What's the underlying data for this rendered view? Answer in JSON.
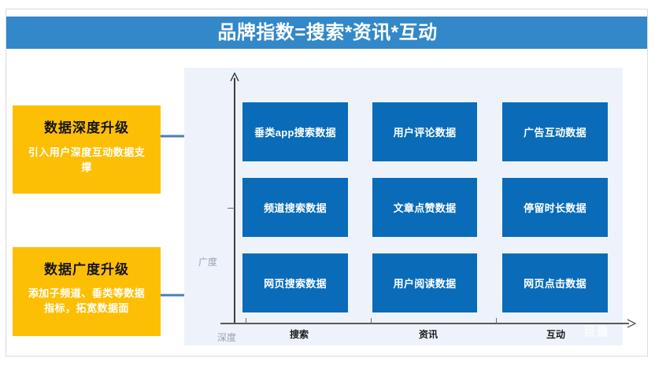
{
  "slide": {
    "title": "品牌指数=搜索*资讯*互动"
  },
  "callouts": [
    {
      "id": "depth",
      "title": "数据深度升级",
      "body": "引入用户深度互动数据支撑"
    },
    {
      "id": "breadth",
      "title": "数据广度升级",
      "body": "添加子频道、垂类等数据指标，拓宽数据面"
    }
  ],
  "chart_data": {
    "type": "table",
    "title": "品牌指数=搜索*资讯*互动",
    "xlabel": "深度",
    "ylabel": "广度",
    "categories": [
      "搜索",
      "资讯",
      "互动"
    ],
    "rows": [
      {
        "cells": [
          "垂类app搜索数据",
          "用户评论数据",
          "广告互动数据"
        ]
      },
      {
        "cells": [
          "频道搜索数据",
          "文章点赞数据",
          "停留时长数据"
        ]
      },
      {
        "cells": [
          "网页搜索数据",
          "用户阅读数据",
          "网页点击数据"
        ]
      }
    ],
    "grid": false,
    "legend": "none",
    "box_color": "#0a6cb8",
    "panel_color": "#eef3fb",
    "accent_color": "#3288c8",
    "callout_color": "#fdbf04"
  },
  "watermark": "巨量"
}
